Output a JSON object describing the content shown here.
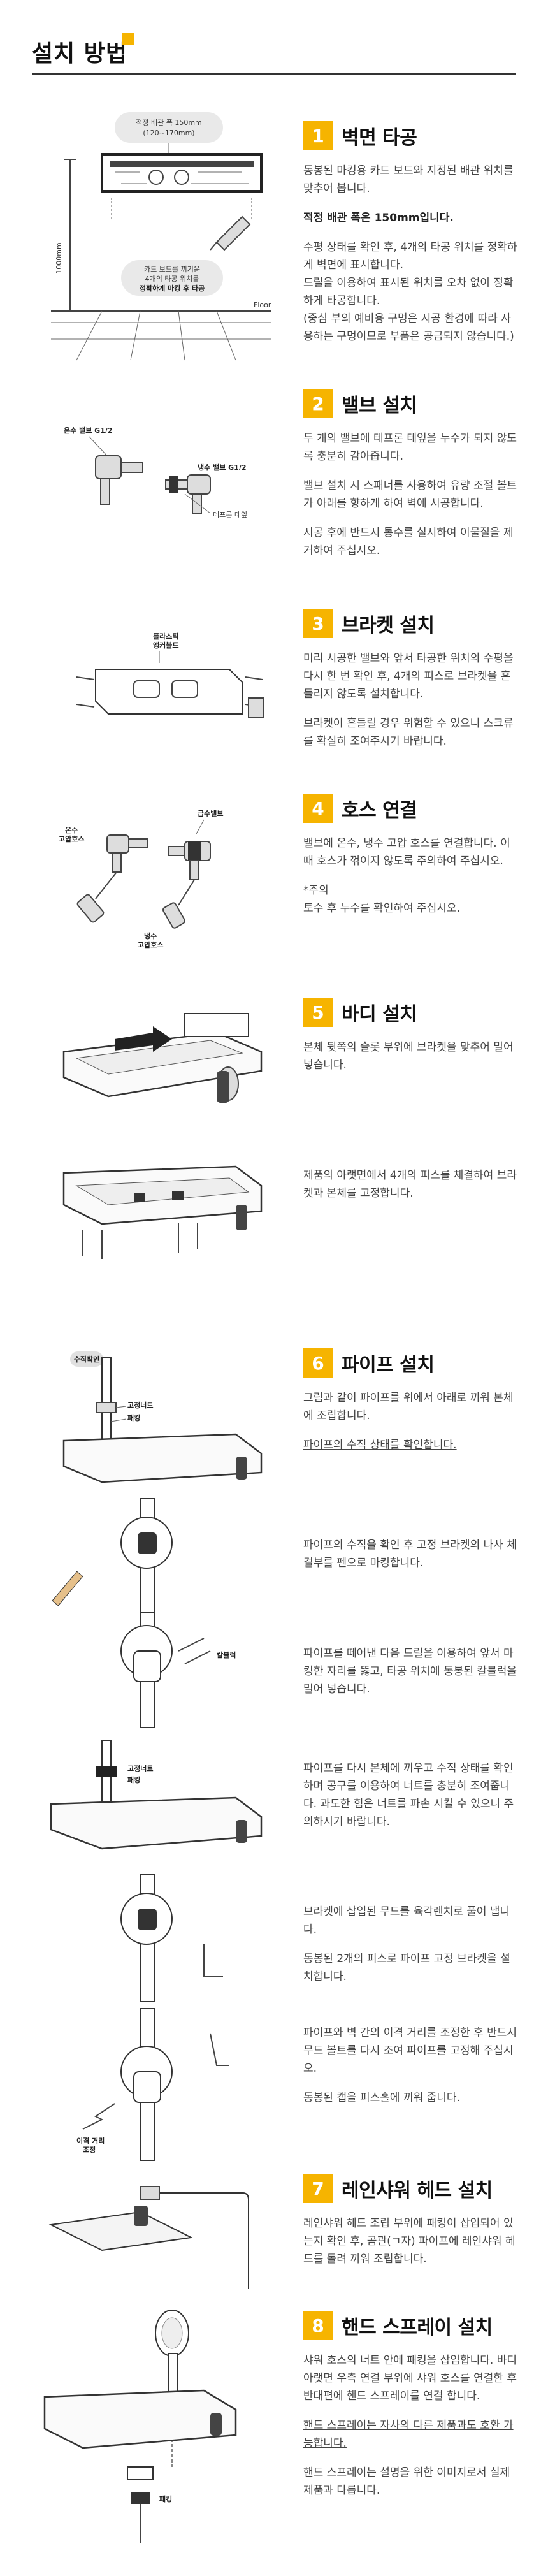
{
  "header": {
    "title": "설치 방법"
  },
  "sections": [
    {
      "num": "1",
      "title": "벽면 타공",
      "paras": [
        "동봉된 마킹용 카드 보드와 지정된 배관 위치를 맞추어 봅니다.",
        "적정 배관 폭은 150mm입니다.",
        "수평 상태를 확인 후, 4개의 타공 위치를 정확하게 벽면에 표시합니다.",
        "드릴을 이용하여 표시된 위치를 오차 없이 정확하게 타공합니다.",
        "(중심 부의 예비용 구멍은 시공 환경에 따라 사용하는 구멍이므로 부품은 공급되지 않습니다.)"
      ],
      "labels": {
        "pipe_width": "적정 배관 폭 150mm",
        "pipe_range": "(120~170mm)",
        "card1": "카드 보드를 끼기운",
        "card2": "4개의 타공 위치를",
        "card3": "정확하게 마킹 후 타공",
        "height": "1000mm",
        "floor": "Floor"
      }
    },
    {
      "num": "2",
      "title": "밸브 설치",
      "paras": [
        "두 개의 밸브에 테프론 테잎을 누수가 되지 않도록 충분히 감아줍니다.",
        "밸브 설치 시 스패너를 사용하여 유량 조절 볼트가 아래를 향하게 하여 벽에 시공합니다.",
        "시공 후에 반드시 통수를 실시하여 이물질을 제거하여 주십시오."
      ],
      "labels": {
        "hot": "온수 밸브 G1/2",
        "cold": "냉수 밸브 G1/2",
        "tape": "테프론 테잎"
      }
    },
    {
      "num": "3",
      "title": "브라켓 설치",
      "paras": [
        "미리 시공한 밸브와 앞서 타공한 위치의 수평을 다시 한 번 확인 후, 4개의 피스로 브라켓을 흔들리지 않도록 설치합니다.",
        "브라켓이 흔들릴 경우 위험할 수 있으니 스크류를 확실히 조여주시기 바랍니다."
      ],
      "labels": {
        "anchor1": "플라스틱",
        "anchor2": "앵커볼트"
      }
    },
    {
      "num": "4",
      "title": "호스 연결",
      "paras": [
        "밸브에 온수, 냉수 고압 호스를 연결합니다. 이 때 호스가 꺾이지 않도록 주의하여 주십시오.",
        "*주의",
        "토수 후 누수를 확인하여 주십시오."
      ],
      "labels": {
        "hot1": "온수",
        "hot2": "고압호스",
        "valve": "급수밸브",
        "cold1": "냉수",
        "cold2": "고압호스"
      }
    },
    {
      "num": "5",
      "title": "바디 설치",
      "paras": [
        "본체 뒷쪽의 슬롯 부위에 브라켓을 맞추어 밀어 넣습니다.",
        "제품의 아랫면에서 4개의 피스를 체결하여 브라켓과 본체를 고정합니다."
      ]
    },
    {
      "num": "6",
      "title": "파이프 설치",
      "paras": [
        "그림과 같이 파이프를 위에서 아래로 끼워 본체에 조립합니다.",
        "파이프의 수직 상태를 확인합니다.",
        "파이프의 수직을 확인 후 고정 브라켓의 나사 체결부를 펜으로 마킹합니다.",
        "파이프를 떼어낸 다음 드릴을 이용하여 앞서 마킹한 자리를 뚫고, 타공 위치에 동봉된 칼블럭을 밀어 넣습니다.",
        "파이프를 다시 본체에 끼우고 수직 상태를 확인하며 공구를 이용하여 너트를 충분히 조여줍니다. 과도한 힘은 너트를 파손 시킬 수 있으니 주의하시기 바랍니다.",
        "브라켓에 삽입된 무드를 육각렌치로 풀어 냅니다.",
        "동봉된 2개의 피스로 파이프 고정 브라켓을 설치합니다.",
        "파이프와 벽 간의 이격 거리를 조정한 후 반드시 무드 볼트를 다시 조여 파이프를 고정해 주십시오.",
        "동봉된 캡을 피스홀에 끼워 줍니다."
      ],
      "labels": {
        "level": "수직확인",
        "nut": "고정너트",
        "packing": "패킹",
        "anchor": "칼블럭",
        "nut2": "고정너트",
        "packing2": "패킹",
        "dist1": "이격 거리",
        "dist2": "조정"
      }
    },
    {
      "num": "7",
      "title": "레인샤워 헤드 설치",
      "paras": [
        "레인샤워 헤드 조립 부위에 패킹이 삽입되어 있는지 확인 후, 곰관(ㄱ자) 파이프에 레인샤워 헤드를 돌려 끼워 조립합니다."
      ]
    },
    {
      "num": "8",
      "title": "핸드 스프레이 설치",
      "paras": [
        "샤워 호스의 너트 안에 패킹을 삽입합니다. 바디 아랫면 우측 연결 부위에 샤워 호스를 연결한 후 반대편에 핸드 스프레이를 연결 합니다.",
        "핸드 스프레이는 자사의 다른 제품과도 호환 가능합니다.",
        "핸드 스프레이는 설명을 위한 이미지로서 실제 제품과 다릅니다."
      ],
      "labels": {
        "packing": "패킹"
      }
    }
  ]
}
